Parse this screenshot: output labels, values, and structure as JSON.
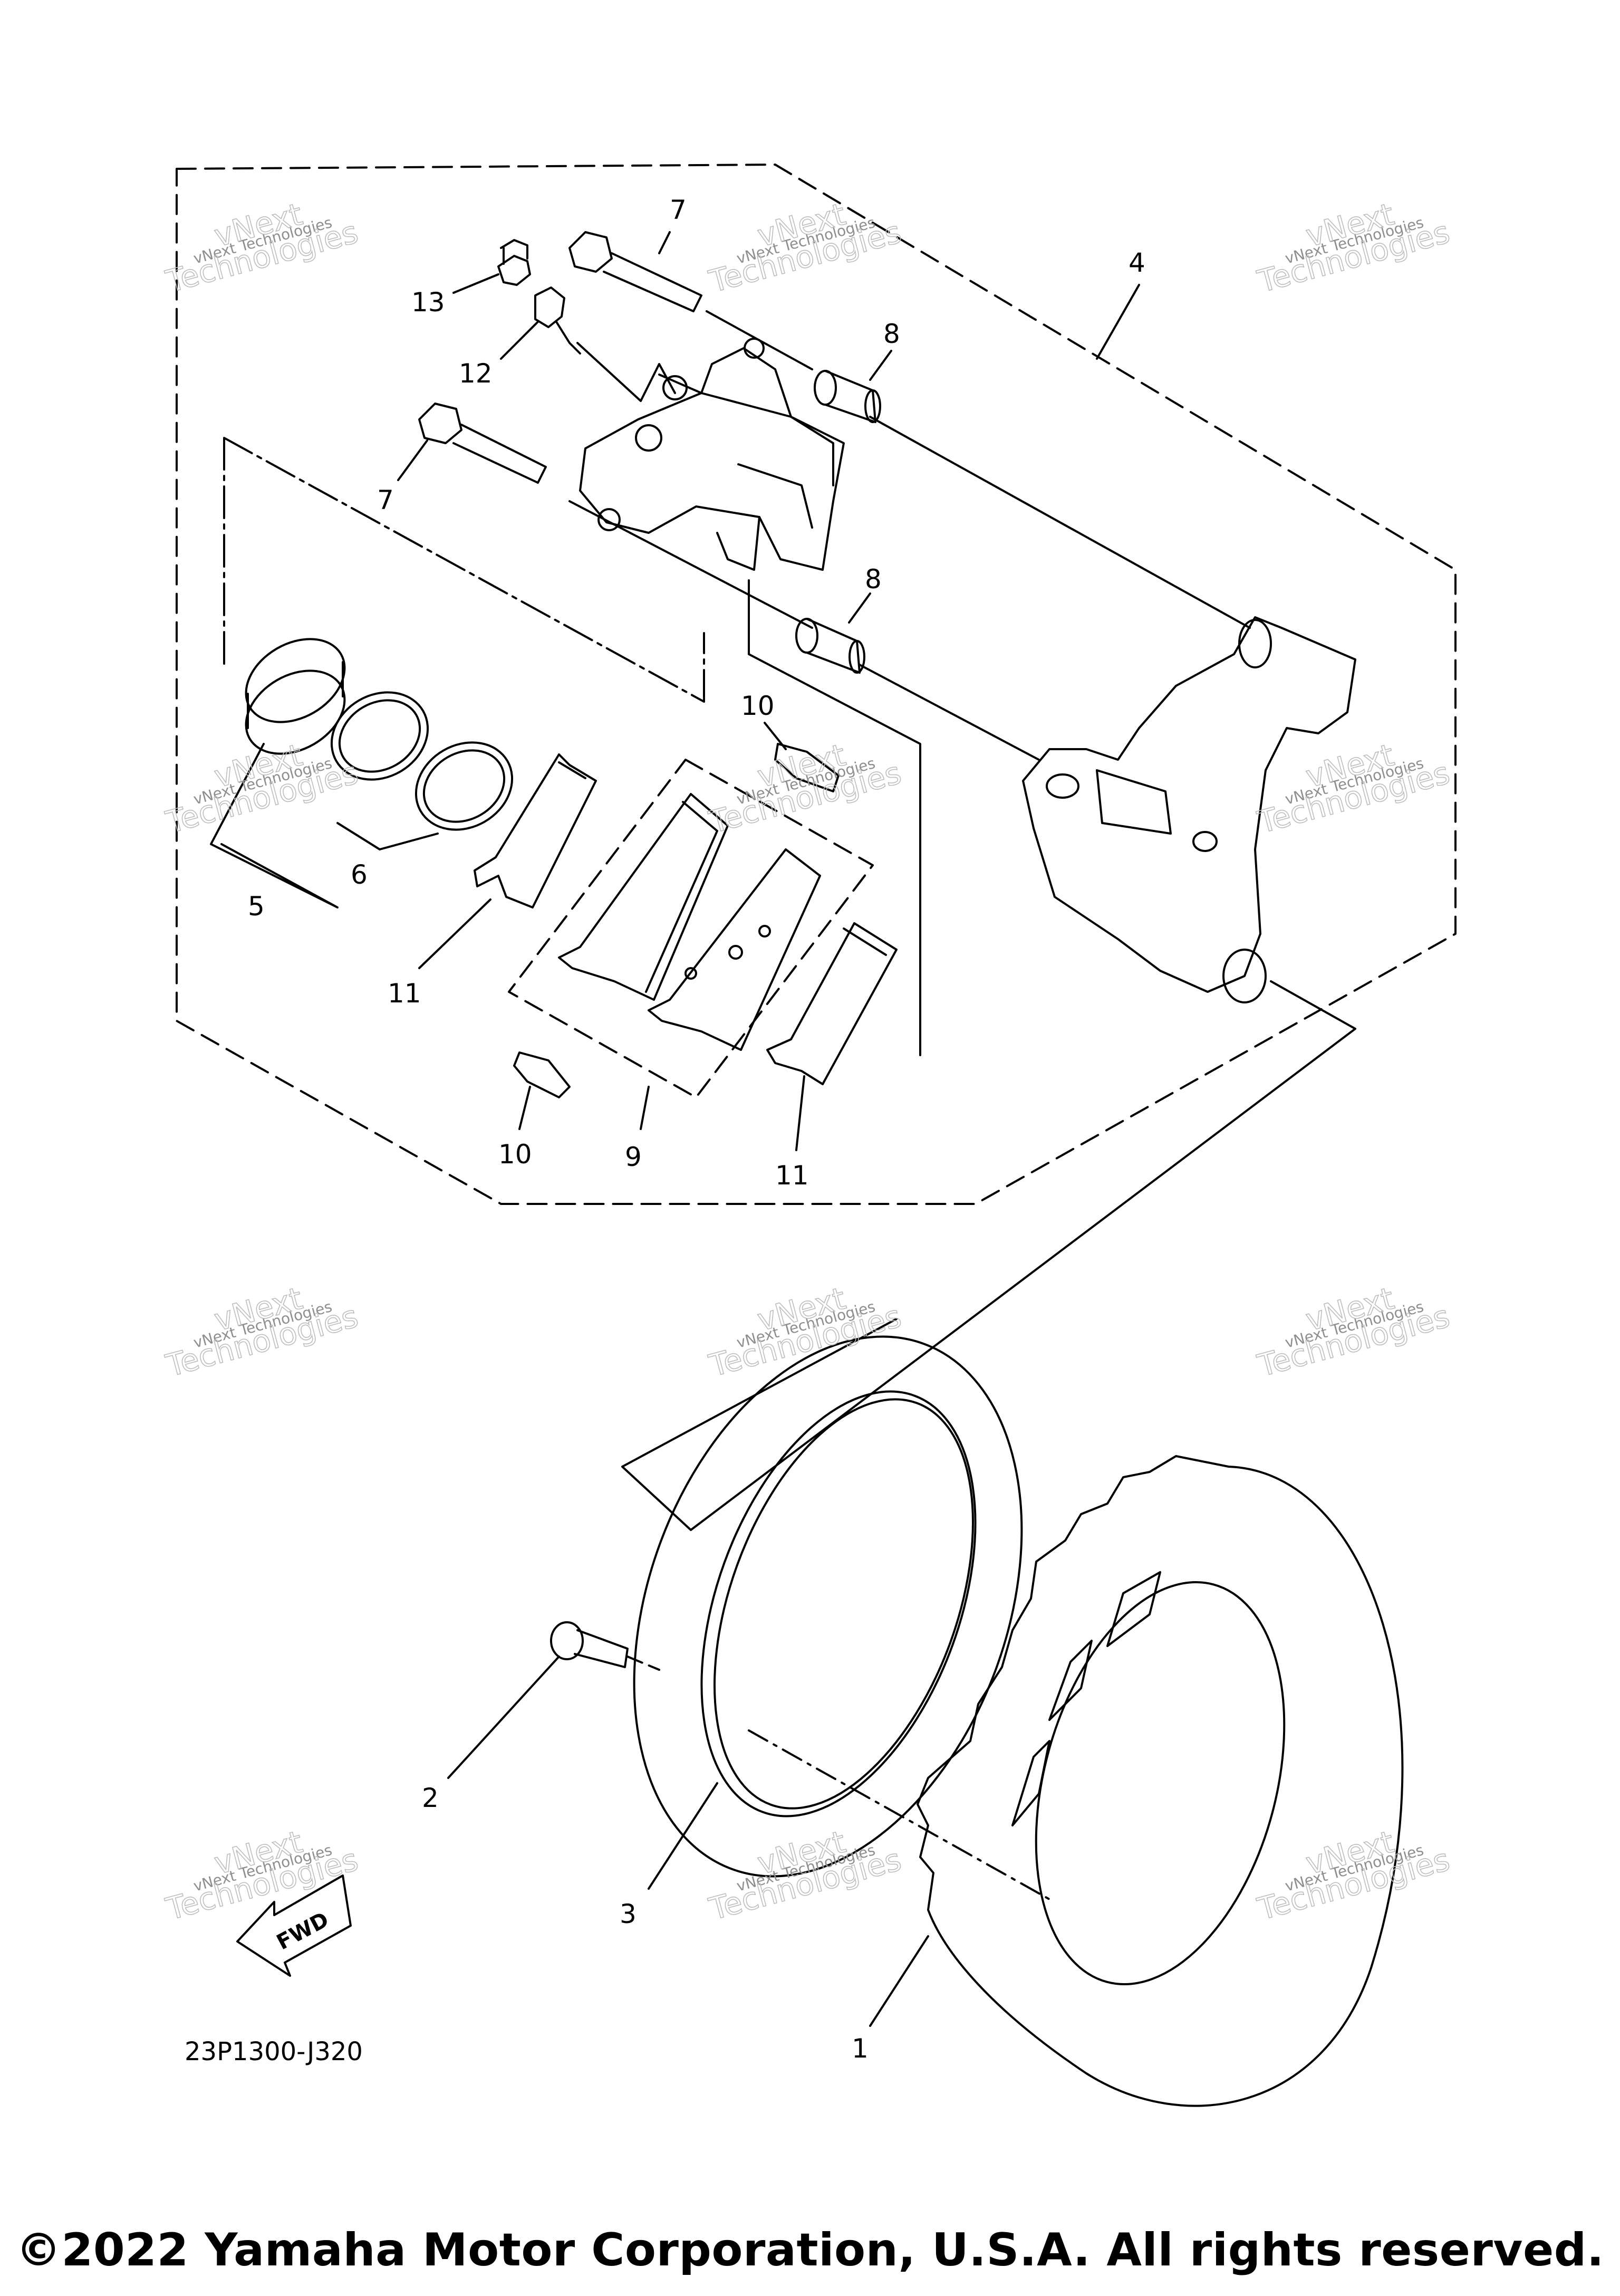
{
  "callouts": {
    "c1": "1",
    "c2": "2",
    "c3": "3",
    "c4": "4",
    "c5": "5",
    "c6": "6",
    "c7a": "7",
    "c7b": "7",
    "c8a": "8",
    "c8b": "8",
    "c9": "9",
    "c10a": "10",
    "c10b": "10",
    "c11a": "11",
    "c11b": "11",
    "c12": "12",
    "c13": "13"
  },
  "diagram_code": "23P1300-J320",
  "fwd_label": "FWD",
  "watermark": {
    "line1": "vNext Technologies",
    "line2": "vNext",
    "line3": "Technologies"
  },
  "copyright": "©2022 Yamaha Motor Corporation, U.S.A. All rights reserved."
}
